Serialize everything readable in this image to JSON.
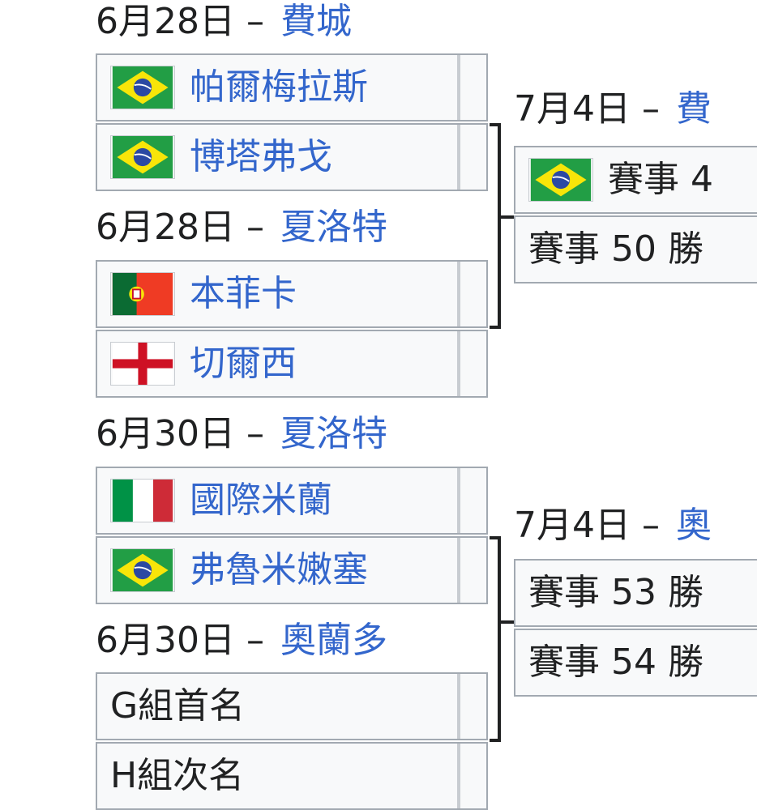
{
  "round_of_16": [
    {
      "date": "6月28日",
      "separator": "–",
      "venue": "費城",
      "teams": [
        {
          "name": "帕爾梅拉斯",
          "flag": "brazil-flag-icon"
        },
        {
          "name": "博塔弗戈",
          "flag": "brazil-flag-icon"
        }
      ]
    },
    {
      "date": "6月28日",
      "separator": "–",
      "venue": "夏洛特",
      "teams": [
        {
          "name": "本菲卡",
          "flag": "portugal-flag-icon"
        },
        {
          "name": "切爾西",
          "flag": "england-flag-icon"
        }
      ]
    },
    {
      "date": "6月30日",
      "separator": "–",
      "venue": "夏洛特",
      "teams": [
        {
          "name": "國際米蘭",
          "flag": "italy-flag-icon"
        },
        {
          "name": "弗魯米嫩塞",
          "flag": "brazil-flag-icon"
        }
      ]
    },
    {
      "date": "6月30日",
      "separator": "–",
      "venue": "奧蘭多",
      "teams": [
        {
          "name": "G組首名"
        },
        {
          "name": "H組次名"
        }
      ]
    }
  ],
  "quarter_finals": [
    {
      "date": "7月4日",
      "separator": "–",
      "venue": "費",
      "teams": [
        {
          "name": "賽事 4",
          "flag": "brazil-flag-icon"
        },
        {
          "name": "賽事 50 勝"
        }
      ]
    },
    {
      "date": "7月4日",
      "separator": "–",
      "venue": "奧",
      "teams": [
        {
          "name": "賽事 53 勝"
        },
        {
          "name": "賽事 54 勝"
        }
      ]
    }
  ],
  "colors": {
    "link": "#3366cc",
    "text": "#202122",
    "cell_bg": "#f8f9fa",
    "cell_border": "#a2a9b1",
    "bracket": "#202122"
  }
}
